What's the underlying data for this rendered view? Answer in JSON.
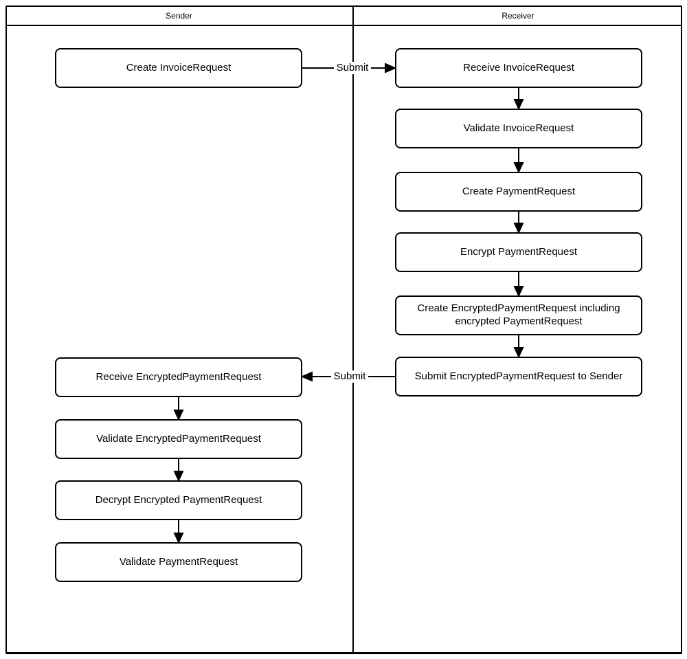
{
  "lanes": {
    "sender": {
      "label": "Sender",
      "nodes": {
        "create_invoice_request": "Create InvoiceRequest",
        "receive_encrypted_payment_request": "Receive EncryptedPaymentRequest",
        "validate_encrypted_payment_request": "Validate EncryptedPaymentRequest",
        "decrypt_encrypted_payment_request": "Decrypt Encrypted PaymentRequest",
        "validate_payment_request": "Validate PaymentRequest"
      }
    },
    "receiver": {
      "label": "Receiver",
      "nodes": {
        "receive_invoice_request": "Receive InvoiceRequest",
        "validate_invoice_request": "Validate InvoiceRequest",
        "create_payment_request": "Create PaymentRequest",
        "encrypt_payment_request": "Encrypt PaymentRequest",
        "create_encrypted_payment_request": "Create EncryptedPaymentRequest including encrypted PaymentRequest",
        "submit_encrypted_payment_request": "Submit EncryptedPaymentRequest to Sender"
      }
    }
  },
  "edges": {
    "submit_invoice_label": "Submit",
    "submit_encrypted_label": "Submit"
  },
  "colors": {
    "line": "#000000",
    "node_fill": "#ffffff",
    "text": "#000000",
    "background": "#ffffff"
  }
}
